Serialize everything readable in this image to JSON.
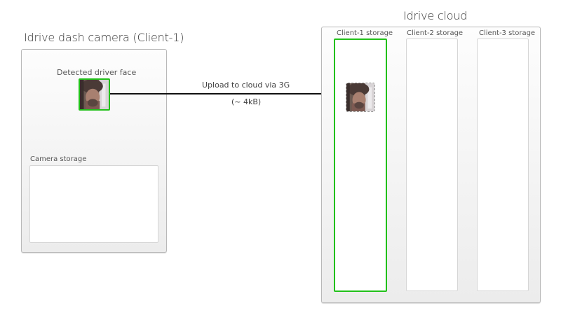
{
  "camera": {
    "title": "Idrive dash camera (Client-1)",
    "face_label": "Detected driver face",
    "storage_label": "Camera storage",
    "face_border_color": "#22c11a"
  },
  "upload": {
    "label": "Upload to cloud via 3G",
    "size": "(~ 4kB)"
  },
  "cloud": {
    "title": "Idrive cloud",
    "storages": [
      {
        "label": "Client-1 storage",
        "active": true
      },
      {
        "label": "Client-2 storage",
        "active": false
      },
      {
        "label": "Client-3 storage",
        "active": false
      }
    ],
    "active_color": "#22c11a"
  }
}
